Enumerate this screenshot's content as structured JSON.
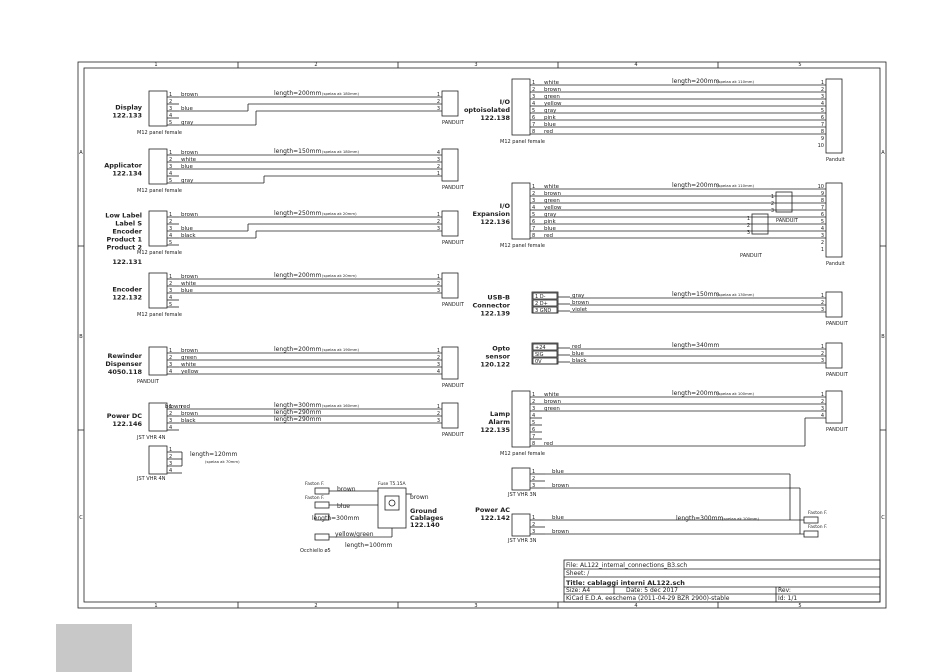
{
  "frame": {
    "col_labels": [
      "1",
      "2",
      "3",
      "4",
      "5"
    ],
    "row_labels": [
      "A",
      "B",
      "C"
    ]
  },
  "left_blocks": [
    {
      "name_lines": [
        "Display",
        "122.133"
      ],
      "pins": [
        "1",
        "2",
        "3",
        "4",
        "5"
      ],
      "wires": [
        {
          "pin": 0,
          "color": "brown"
        },
        {
          "pin": 2,
          "color": "blue"
        },
        {
          "pin": 4,
          "color": "gray"
        }
      ],
      "length": "length=200mm",
      "spec": "(spelaa ak 180mm)",
      "connector": "M12 panel female",
      "dst_pins": [
        "1",
        "2",
        "3"
      ],
      "dst_label": "PANDUIT"
    },
    {
      "name_lines": [
        "Applicator",
        "122.134"
      ],
      "pins": [
        "1",
        "2",
        "3",
        "4",
        "5"
      ],
      "wires": [
        {
          "pin": 0,
          "color": "brown"
        },
        {
          "pin": 1,
          "color": "white"
        },
        {
          "pin": 2,
          "color": "blue"
        },
        {
          "pin": 4,
          "color": "gray"
        }
      ],
      "length": "length=150mm",
      "spec": "(spelaa ak 180mm)",
      "connector": "M12 panel female",
      "dst_pins": [
        "4",
        "3",
        "2",
        "1"
      ],
      "dst_label": "PANDUIT"
    },
    {
      "name_lines": [
        "Low Label",
        "Label S",
        "Encoder",
        "Product 1",
        "Product 2"
      ],
      "extra": "122.131",
      "pins": [
        "1",
        "2",
        "3",
        "4",
        "5"
      ],
      "wires": [
        {
          "pin": 0,
          "color": "brown"
        },
        {
          "pin": 2,
          "color": "blue"
        },
        {
          "pin": 3,
          "color": "black"
        }
      ],
      "length": "length=250mm",
      "spec": "(spelaa ak 20mm)",
      "connector": "M12 panel female",
      "dst_pins": [
        "1",
        "2",
        "3"
      ],
      "dst_label": "PANDUIT"
    },
    {
      "name_lines": [
        "Encoder",
        "122.132"
      ],
      "pins": [
        "1",
        "2",
        "3",
        "4",
        "5"
      ],
      "wires": [
        {
          "pin": 0,
          "color": "brown"
        },
        {
          "pin": 1,
          "color": "white"
        },
        {
          "pin": 2,
          "color": "blue"
        }
      ],
      "length": "length=200mm",
      "spec": "(spelaa ak 20mm)",
      "connector": "M12 panel female",
      "dst_pins": [
        "1",
        "2",
        "3"
      ],
      "dst_label": "PANDUIT"
    },
    {
      "name_lines": [
        "Rewinder",
        "Dispenser",
        "4050.118"
      ],
      "pins": [
        "1",
        "2",
        "3",
        "4"
      ],
      "wires": [
        {
          "pin": 0,
          "color": "brown"
        },
        {
          "pin": 1,
          "color": "green"
        },
        {
          "pin": 2,
          "color": "white"
        },
        {
          "pin": 3,
          "color": "yellow"
        }
      ],
      "length": "length=200mm",
      "spec": "(spelaa ak 190mm)",
      "connector": "PANDUIT",
      "dst_pins": [
        "1",
        "2",
        "3",
        "4"
      ],
      "dst_label": "PANDUIT"
    },
    {
      "name_lines": [
        "Power DC",
        "122.146"
      ],
      "pins": [
        "1",
        "2",
        "3",
        "4"
      ],
      "wires": [
        {
          "pin": 0,
          "color": "red",
          "lbl2": "brown"
        },
        {
          "pin": 1,
          "color": "brown"
        },
        {
          "pin": 2,
          "color": "black"
        }
      ],
      "length": "length=300mm",
      "spec": "(spelaa ak 160mm)",
      "len2": "length=290mm",
      "len3": "length=290mm",
      "connector": "JST VHR 4N",
      "dst_pins": [
        "1",
        "2",
        "3"
      ],
      "dst_label": "PANDUIT"
    }
  ],
  "jst_extra": {
    "pins": [
      "1",
      "2",
      "3",
      "4"
    ],
    "length": "length=120mm",
    "spec": "(spelaa ak 70mm)",
    "connector": "JST VHR 4N"
  },
  "fuse": {
    "faston1": "Faston F.",
    "faston2": "Faston F.",
    "fuse_label": "Fuse T5.15A",
    "brown1": "brown",
    "brown2": "brown",
    "blue": "blue",
    "len_blue": "length=300mm",
    "yellow": "yellow/green",
    "len_yg": "length=100mm",
    "occhiello": "Occhiello ø5",
    "ground_lines": [
      "Ground",
      "Cablages",
      "122.140"
    ]
  },
  "right_blocks": [
    {
      "name_lines": [
        "I/O",
        "optoisolated",
        "122.138"
      ],
      "pins": [
        "1",
        "2",
        "3",
        "4",
        "5",
        "6",
        "7",
        "8"
      ],
      "colors": [
        "white",
        "brown",
        "green",
        "yellow",
        "gray",
        "pink",
        "blue",
        "red"
      ],
      "length": "length=200mm",
      "spec": "(spelaa ak 110mm)",
      "connector": "M12 panel female",
      "dst_pins": [
        "1",
        "2",
        "3",
        "4",
        "5",
        "6",
        "7",
        "8",
        "9",
        "10"
      ],
      "dst_label": "Panduit"
    },
    {
      "name_lines": [
        "I/O",
        "Expansion",
        "122.136"
      ],
      "pins": [
        "1",
        "2",
        "3",
        "4",
        "5",
        "6",
        "7",
        "8"
      ],
      "colors": [
        "white",
        "brown",
        "green",
        "yellow",
        "gray",
        "pink",
        "blue",
        "red"
      ],
      "length": "length=200mm",
      "spec": "(spelaa ak 110mm)",
      "connector": "M12 panel female",
      "dst_pins": [
        "10",
        "9",
        "8",
        "7",
        "6",
        "5",
        "4",
        "3",
        "2",
        "1"
      ],
      "dst_label": "Panduit",
      "sub1_pins": [
        "1",
        "2",
        "3"
      ],
      "sub1_label": "PANDUIT",
      "sub2_pins": [
        "1",
        "2",
        "3"
      ],
      "sub2_label": "PANDUIT"
    },
    {
      "name_lines": [
        "USB-B",
        "Connector",
        "122.139"
      ],
      "pins": [
        "1 D-",
        "2 D+",
        "3 GND"
      ],
      "colors": [
        "gray",
        "brown",
        "violet"
      ],
      "length": "length=150mm",
      "spec": "(spelaa ak 130mm)",
      "dst_pins": [
        "1",
        "2",
        "3"
      ],
      "dst_label": "PANDUIT"
    },
    {
      "name_lines": [
        "Opto",
        "sensor",
        "120.122"
      ],
      "pins": [
        "+24",
        "SIG",
        "0V"
      ],
      "colors": [
        "red",
        "blue",
        "black"
      ],
      "length": "length=340mm",
      "dst_pins": [
        "1",
        "2",
        "3"
      ],
      "dst_label": "PANDUIT"
    },
    {
      "name_lines": [
        "Lamp",
        "Alarm",
        "122.135"
      ],
      "pins": [
        "1",
        "2",
        "3",
        "4",
        "5",
        "6",
        "7",
        "8"
      ],
      "colors": [
        "white",
        "brown",
        "green",
        "",
        "",
        "",
        "",
        "red"
      ],
      "length": "length=200mm",
      "spec": "(spelaa ak 100mm)",
      "connector": "M12 panel female",
      "dst_pins": [
        "1",
        "2",
        "3",
        "4"
      ],
      "dst_label": "PANDUIT"
    },
    {
      "name_lines": [
        "Power AC",
        "122.142"
      ],
      "conn1": {
        "pins": [
          "1",
          "2",
          "3"
        ],
        "colors": [
          "blue",
          "",
          "brown"
        ],
        "label": "JST VHR 3N"
      },
      "conn2": {
        "pins": [
          "1",
          "2",
          "3"
        ],
        "colors": [
          "blue",
          "",
          "brown"
        ],
        "label": "JST VHR 3N"
      },
      "length": "length=300mm",
      "spec": "(spelaa ak 100mm)",
      "faston1": "Faston F.",
      "faston2": "Faston F."
    }
  ],
  "title_block": {
    "file": "File: AL122_internal_connections_B3.sch",
    "sheet": "Sheet: /",
    "title": "Title: cablaggi interni AL122.sch",
    "size": "Size: A4",
    "date": "Date: 5 dec 2017",
    "rev": "Rev:",
    "kicad": "KiCad E.D.A.  eeschema (2011-04-29 BZR 2900)-stable",
    "id": "Id: 1/1"
  },
  "colors": {
    "line": "#222222",
    "frame": "#444444",
    "shade": "#c8c8c8"
  }
}
